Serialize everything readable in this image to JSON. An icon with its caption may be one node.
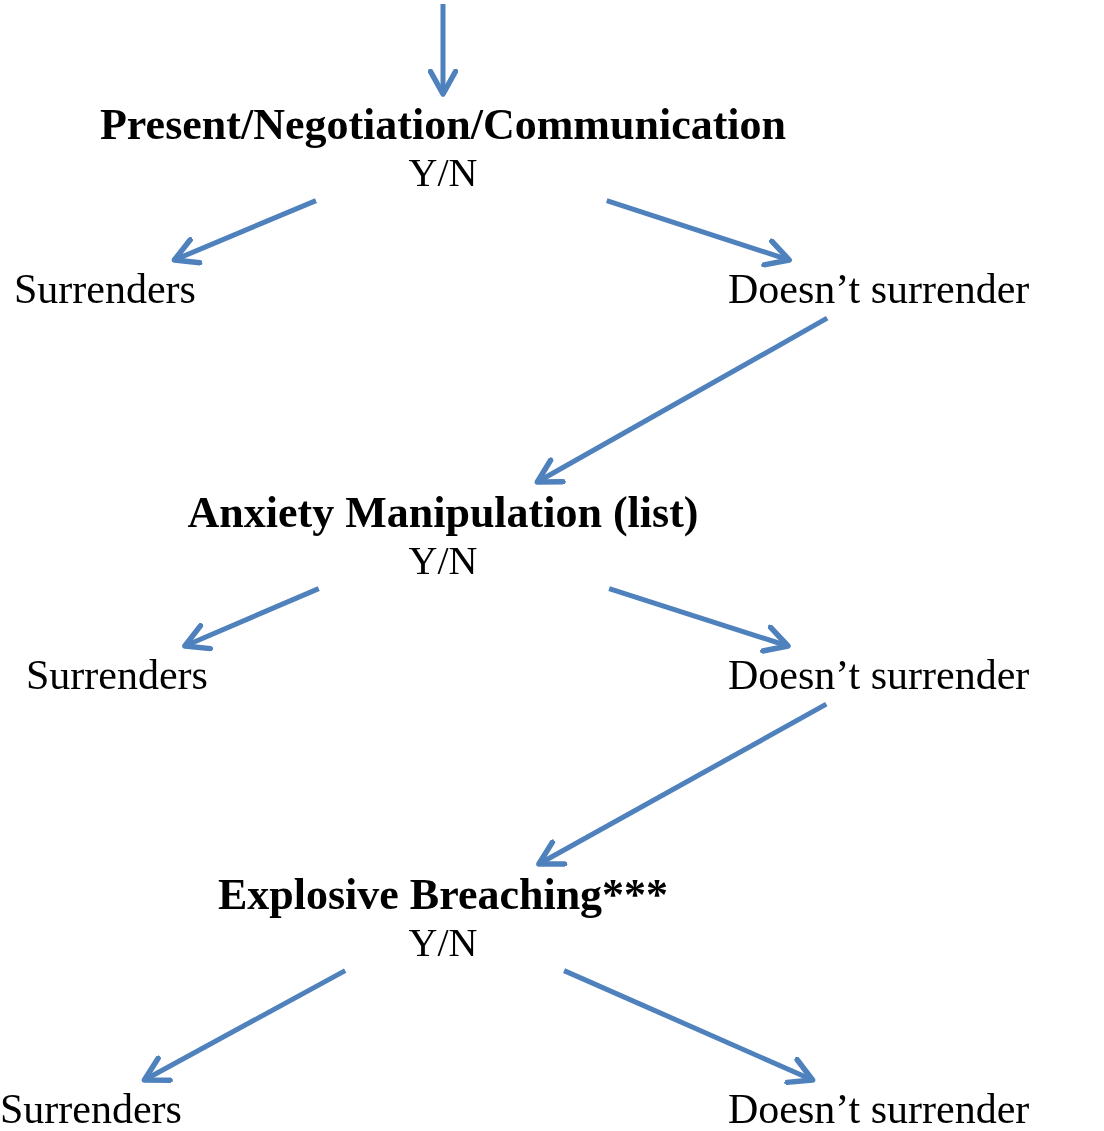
{
  "diagram": {
    "nodes": [
      {
        "text": [
          "Present/Negotiation/Communication",
          "Y/N"
        ]
      },
      {
        "text": [
          "Surrenders"
        ]
      },
      {
        "text": [
          "Doesn’t surrender"
        ]
      },
      {
        "text": [
          "Anxiety Manipulation (list)",
          "Y/N"
        ]
      },
      {
        "text": [
          "Surrenders"
        ]
      },
      {
        "text": [
          "Doesn’t surrender"
        ]
      },
      {
        "text": [
          "Explosive Breaching***",
          "Y/N"
        ]
      },
      {
        "text": [
          "Surrenders"
        ]
      },
      {
        "text": [
          "Doesn’t surrender"
        ]
      }
    ],
    "edges": [
      {
        "from": null,
        "to": 0,
        "arrow": "to"
      },
      {
        "from": 0,
        "to": 1,
        "arrow": "to"
      },
      {
        "from": 0,
        "to": 2,
        "arrow": "to"
      },
      {
        "from": 2,
        "to": 3,
        "arrow": "to"
      },
      {
        "from": 3,
        "to": 4,
        "arrow": "to"
      },
      {
        "from": 3,
        "to": 5,
        "arrow": "to"
      },
      {
        "from": 5,
        "to": 6,
        "arrow": "to"
      },
      {
        "from": 6,
        "to": 7,
        "arrow": "to"
      },
      {
        "from": 6,
        "to": 8,
        "arrow": "to"
      }
    ]
  }
}
